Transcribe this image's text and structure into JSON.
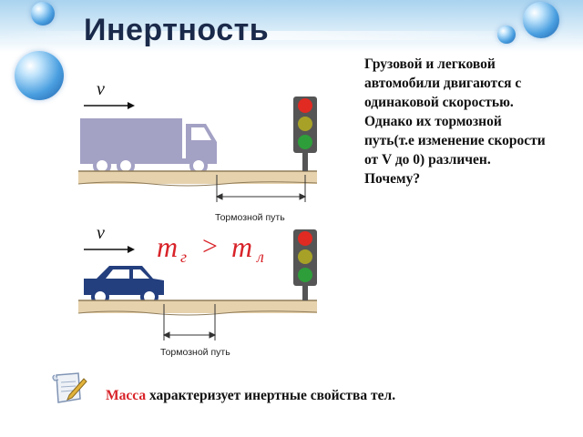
{
  "slide": {
    "title": "Инертность",
    "description": "Грузовой и легковой автомобили двигаются с одинаковой скоростью. Однако их тормозной путь(т.е изменение скорости от V до 0) различен. Почему?",
    "conclusion_accent": "Масса",
    "conclusion_rest": " характеризует инертные свойства тел."
  },
  "figure": {
    "velocity_symbol": "v",
    "braking_label_truck": "Тормозной путь",
    "braking_label_car": "Тормозной путь",
    "mass_relation": {
      "left": "m",
      "left_sub": "г",
      "operator": ">",
      "right": "m",
      "right_sub": "л"
    }
  },
  "icons": [
    "traffic-light-icon",
    "truck-icon",
    "car-icon",
    "note-scroll-icon"
  ],
  "colors": {
    "title": "#1b2a4a",
    "accent": "#d8242a",
    "truck": "#a3a1c4",
    "car": "#243f7e",
    "road": "#e6d2ad",
    "light_red": "#e02a22",
    "light_yellow": "#a7a227",
    "light_green": "#2e9e3a"
  }
}
